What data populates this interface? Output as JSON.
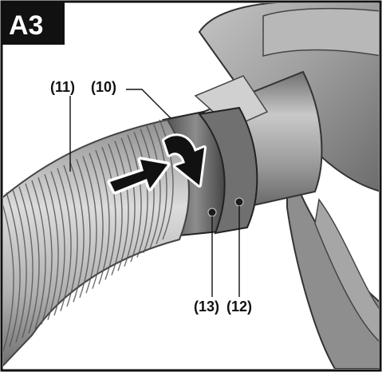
{
  "figure": {
    "badge": "A3",
    "callouts": {
      "part_11": "(11)",
      "part_10": "(10)",
      "part_13": "(13)",
      "part_12": "(12)"
    }
  },
  "colors": {
    "frame": "#111111",
    "badge_bg": "#111111",
    "badge_text": "#ffffff",
    "arrow_fill": "#111111",
    "arrow_outline": "#ffffff",
    "device_body": "#9a9a9a",
    "hose": "#b5b5b5"
  }
}
